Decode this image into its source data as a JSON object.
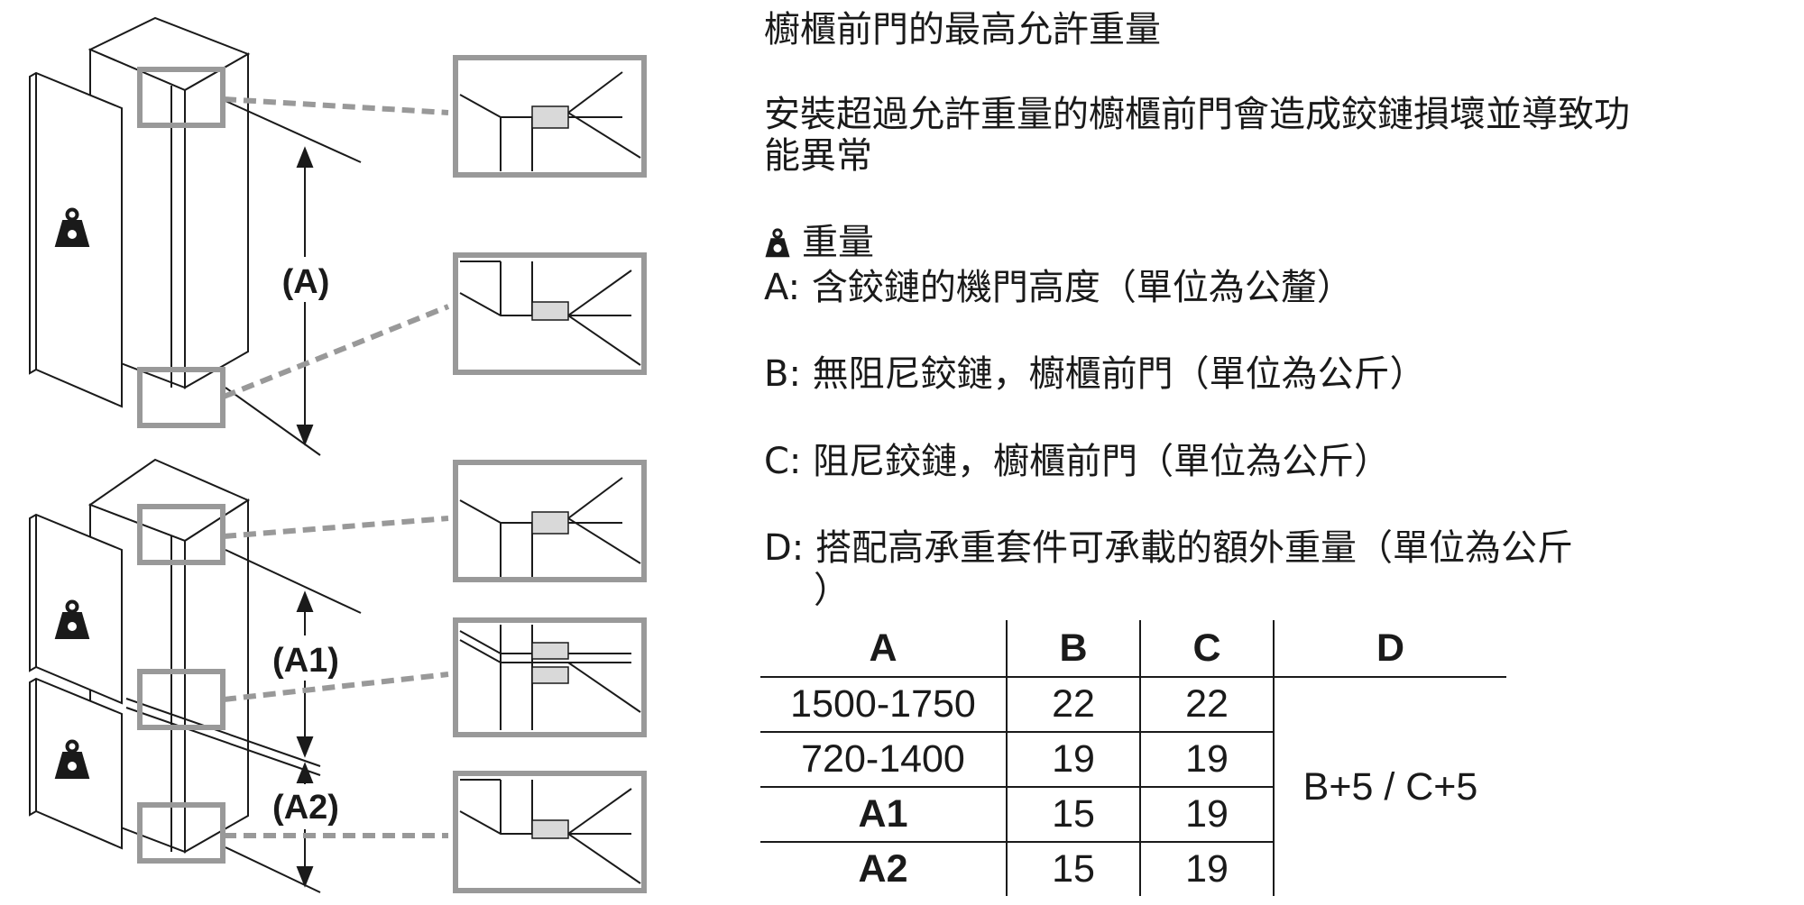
{
  "figure": {
    "dimension_labels": {
      "a": "(A)",
      "a1": "(A1)",
      "a2": "(A2)"
    },
    "icons": [
      "weight-icon"
    ]
  },
  "text": {
    "title": "櫥櫃前門的最高允許重量",
    "warning_line1": "安裝超過允許重量的櫥櫃前門會造成鉸鏈損壞並導致功",
    "warning_line2": "能異常",
    "legend_weight": "重量",
    "legend_a": "A: 含鉸鏈的機門高度（單位為公釐）",
    "legend_b": "B: 無阻尼鉸鏈，櫥櫃前門（單位為公斤）",
    "legend_c": "C: 阻尼鉸鏈，櫥櫃前門（單位為公斤）",
    "legend_d_line1": "D: 搭配高承重套件可承載的額外重量（單位為公斤",
    "legend_d_line2": "）"
  },
  "table": {
    "headers": [
      "A",
      "B",
      "C",
      "D"
    ],
    "rows": [
      [
        "1500-1750",
        "22",
        "22"
      ],
      [
        "720-1400",
        "19",
        "19"
      ],
      [
        "A1",
        "15",
        "19"
      ],
      [
        "A2",
        "15",
        "19"
      ]
    ],
    "d_merged": "B+5 / C+5"
  },
  "colors": {
    "ink": "#1a1a1a",
    "callout_gray": "#999999",
    "hinge_gray": "#d9d9d9"
  }
}
